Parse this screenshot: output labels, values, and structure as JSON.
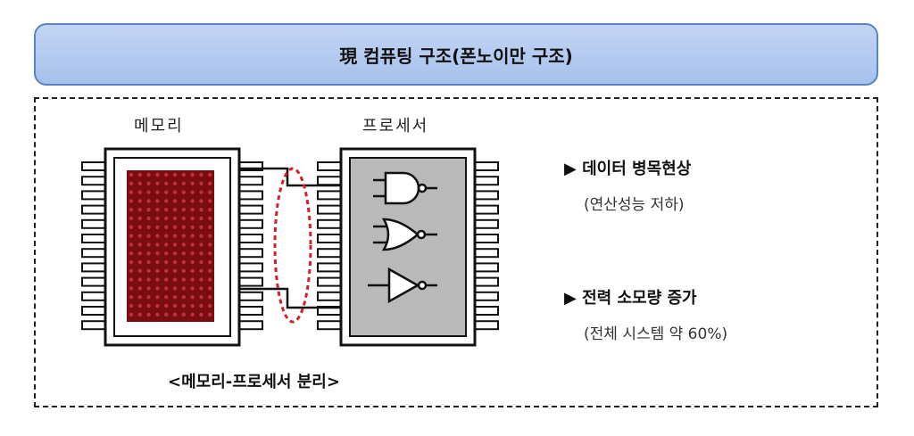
{
  "header": {
    "title": "現 컴퓨팅 구조(폰노이만 구조)"
  },
  "diagram": {
    "memory_label": "메모리",
    "processor_label": "프로세서",
    "caption": "<메모리-프로세서 분리>"
  },
  "points": [
    {
      "head": "▶ 데이터 병목현상",
      "sub": "(연산성능 저하)"
    },
    {
      "head": "▶ 전력 소모량 증가",
      "sub": "(전체 시스템 약 60%)"
    }
  ],
  "colors": {
    "title_bg": "#b3caef",
    "title_border": "#5c82c7",
    "memory_cell": "#7a0d12",
    "processor_fill": "#b9b9b9",
    "bottleneck_ellipse": "#d21f2a"
  }
}
